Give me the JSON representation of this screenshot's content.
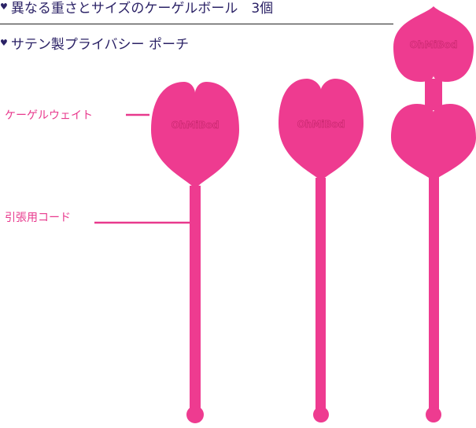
{
  "features": [
    {
      "text": "異なる重さとサイズのケーゲルボール　3個"
    },
    {
      "text": "サテン製プライバシー ポーチ"
    }
  ],
  "callouts": {
    "weight": "ケーゲルウェイト",
    "cord": "引張用コード"
  },
  "brand": {
    "logo": "OhMiBod"
  },
  "colors": {
    "product": "#ee3b90",
    "heading": "#2b2266",
    "callout": "#e8398d",
    "logo": "#d42a78"
  }
}
